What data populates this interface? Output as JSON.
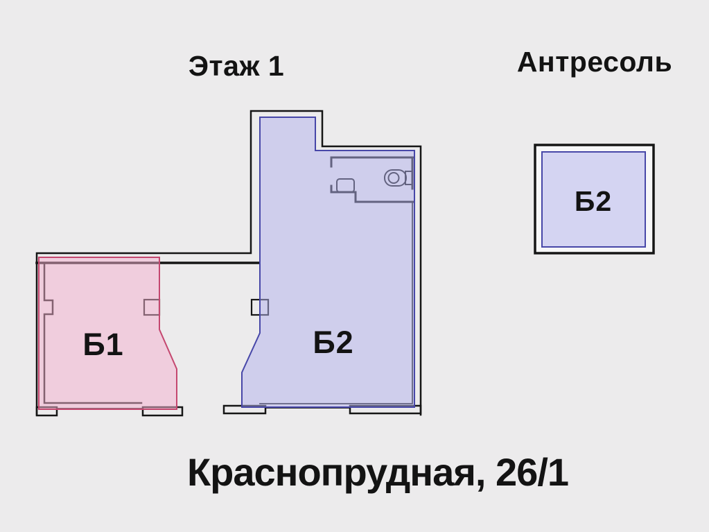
{
  "page": {
    "background_color": "#ecebec",
    "wall_color": "#151515",
    "text_color": "#131313"
  },
  "titles": {
    "floor1": "Этаж 1",
    "mezzanine": "Антресоль"
  },
  "address": "Краснопрудная, 26/1",
  "units": {
    "b1": {
      "label": "Б1",
      "label_color": "#e3181f",
      "fill": "rgba(244,176,205,0.5)",
      "stroke": "#c4476f"
    },
    "b2": {
      "label": "Б2",
      "label_color": "#1f1fd4",
      "fill": "rgba(178,178,236,0.5)",
      "stroke": "#4747a8"
    },
    "b2_mezzanine": {
      "label": "Б2",
      "label_color": "#1f1fd4"
    }
  },
  "icons": {
    "toilet": "toilet-icon",
    "sink": "sink-icon",
    "windows": "window-marker"
  }
}
